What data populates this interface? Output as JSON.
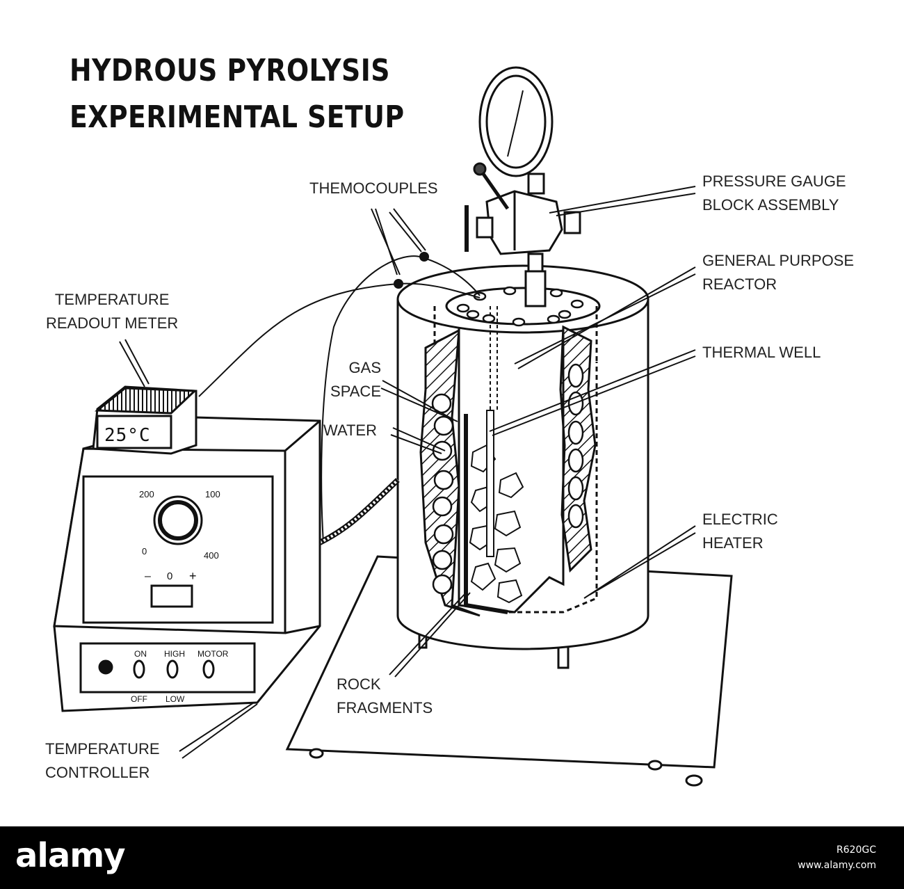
{
  "title": {
    "line1": "HYDROUS PYROLYSIS",
    "line2": "EXPERIMENTAL SETUP"
  },
  "labels": {
    "thermocouples": "THEMOCOUPLES",
    "pressure_gauge": [
      "PRESSURE GAUGE",
      "BLOCK ASSEMBLY"
    ],
    "reactor": [
      "GENERAL PURPOSE",
      "REACTOR"
    ],
    "thermal_well": "THERMAL WELL",
    "electric_heater": [
      "ELECTRIC",
      "HEATER"
    ],
    "readout_meter": [
      "TEMPERATURE",
      "READOUT METER"
    ],
    "gas_space": [
      "GAS",
      "SPACE"
    ],
    "water": "WATER",
    "rock_fragments": [
      "ROCK",
      "FRAGMENTS"
    ],
    "controller": [
      "TEMPERATURE",
      "CONTROLLER"
    ]
  },
  "instrument": {
    "readout": "25°C",
    "dial_ticks": [
      "200",
      "100",
      "0",
      "400"
    ],
    "meter_scale": [
      "–",
      "0",
      "+"
    ],
    "switches": {
      "on": "ON",
      "off": "OFF",
      "high": "HIGH",
      "low": "LOW",
      "motor": "MOTOR"
    }
  },
  "footer": {
    "brand": "alamy",
    "image_id": "R620GC",
    "url": "www.alamy.com"
  }
}
